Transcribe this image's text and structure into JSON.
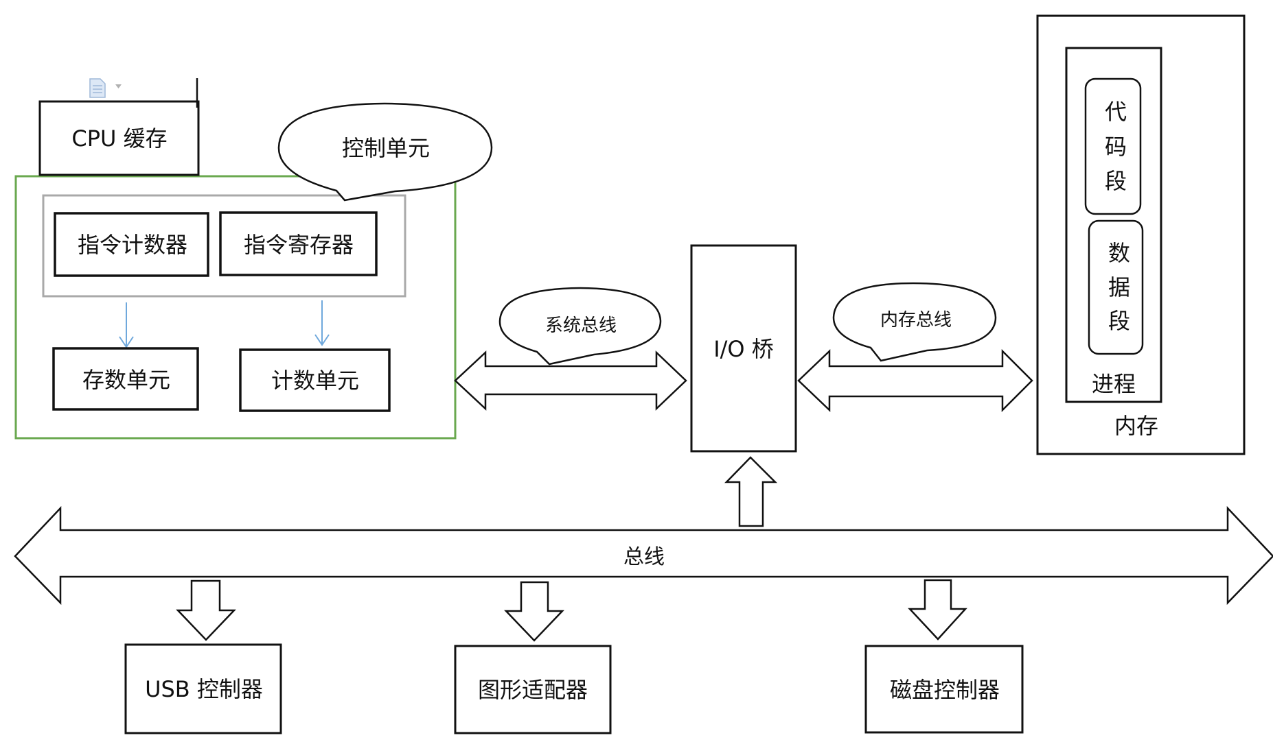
{
  "cpu": {
    "cache_label": "CPU 缓存",
    "control_unit_label": "控制单元",
    "pc_label": "指令计数器",
    "ir_label": "指令寄存器",
    "store_unit_label": "存数单元",
    "calc_unit_label": "计数单元"
  },
  "buses": {
    "system_bus_label": "系统总线",
    "memory_bus_label": "内存总线",
    "main_bus_label": "总线"
  },
  "io_bridge_label": "I/O 桥",
  "memory": {
    "label": "内存",
    "process_label": "进程",
    "code_segment_chars": [
      "代",
      "码",
      "段"
    ],
    "data_segment_chars": [
      "数",
      "据",
      "段"
    ]
  },
  "devices": {
    "usb_label": "USB 控制器",
    "graphics_label": "图形适配器",
    "disk_label": "磁盘控制器"
  },
  "colors": {
    "cpu_border": "#6aa84f",
    "register_group_border": "#a9a9a9",
    "small_arrow": "#6fa8dc",
    "doc_icon": "#9fb8d8"
  }
}
